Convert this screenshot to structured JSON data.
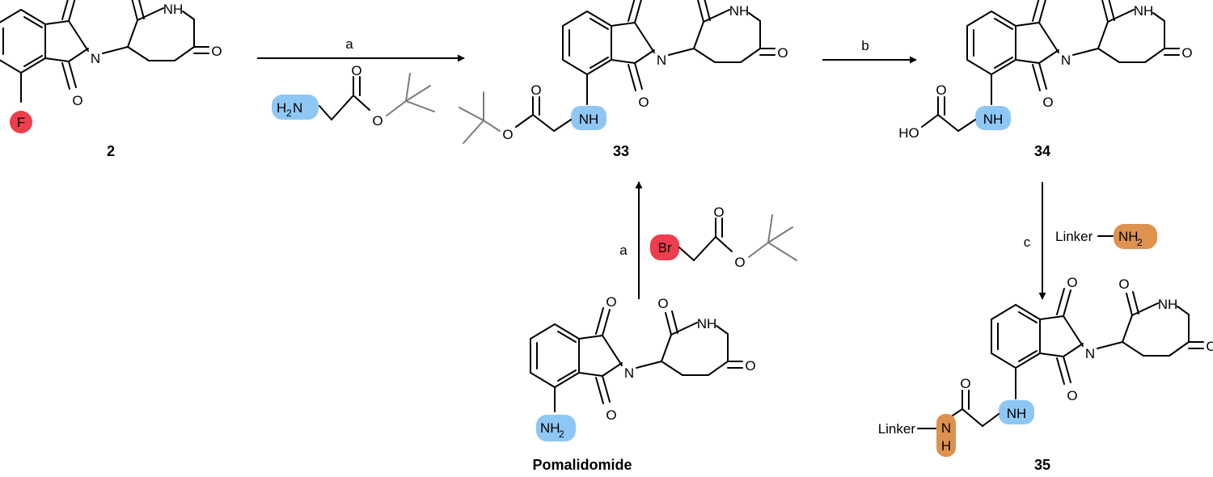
{
  "atoms": {
    "O": "O",
    "N": "N",
    "NH": "NH",
    "N_glyph": "N",
    "H_glyph": "H",
    "H2_prefix": "H",
    "sub2": "2",
    "NH2_prefix": "NH",
    "F": "F",
    "Br": "Br",
    "HO": "HO",
    "Linker": "Linker"
  },
  "compounds": {
    "c2": "2",
    "c33": "33",
    "c34": "34",
    "c35": "35",
    "pomalidomide": "Pomalidomide"
  },
  "conditions": {
    "a_top": "a",
    "a_vertical": "a",
    "b": "b",
    "c": "c"
  },
  "colors": {
    "amine_highlight": "#8fc7f4",
    "halogen_highlight": "#ee3d4c",
    "linker_amine_highlight": "#dd924f",
    "reagent_fragment": "#7a7a7a"
  }
}
